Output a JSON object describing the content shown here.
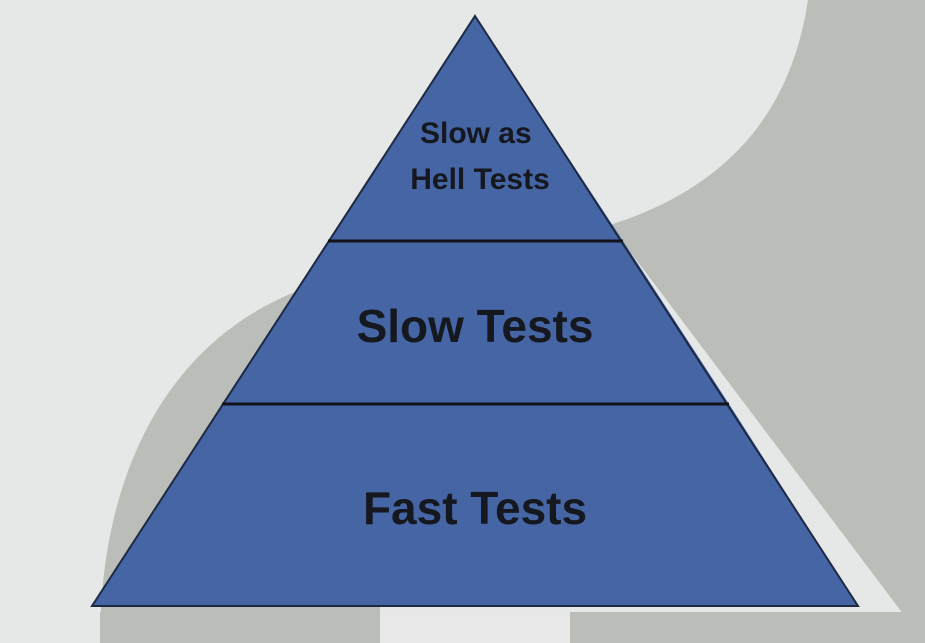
{
  "pyramid": {
    "tiers": [
      {
        "id": "top",
        "label_lines": [
          "Slow as",
          "Hell Tests"
        ]
      },
      {
        "id": "middle",
        "label_lines": [
          "Slow Tests"
        ]
      },
      {
        "id": "bottom",
        "label_lines": [
          "Fast Tests"
        ]
      }
    ]
  },
  "colors": {
    "background": "#e6e7e7",
    "swoosh": "#bbbdb8",
    "pyramid_fill": "#4565a5",
    "divider": "#111318",
    "label": "#15181e"
  }
}
